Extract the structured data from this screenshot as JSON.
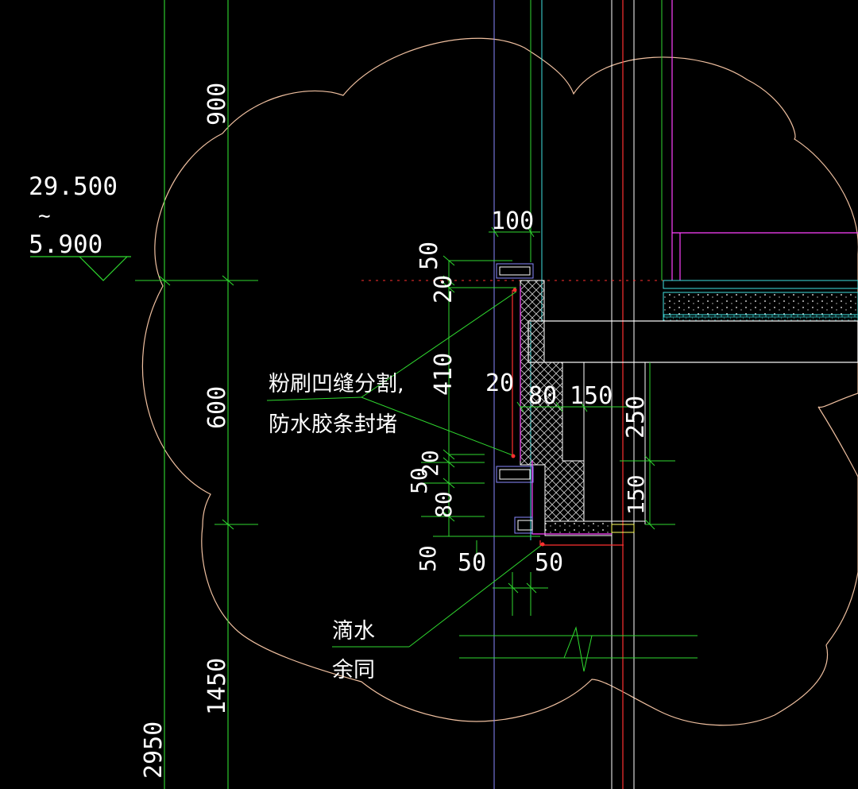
{
  "colors": {
    "background": "#000000",
    "axis_line": "#2fd92f",
    "dimension_line": "#2fd92f",
    "revision_cloud": "#f0c0a0",
    "wall_line": "#ff3030",
    "frame_line": "#ff40ff",
    "slab_line": "#40e0e0",
    "text": "#ffffff"
  },
  "elevation": {
    "top": "29.500",
    "tilde": "~",
    "bottom": "5.900"
  },
  "vertical_dims": {
    "d900": "900",
    "d600": "600",
    "d1450": "1450",
    "d2950": "2950"
  },
  "detail_dims": {
    "d100": "100",
    "d50_top": "50",
    "d20_top": "20",
    "d410": "410",
    "d20_gap": "20",
    "d80_wall": "80",
    "d150_wall": "150",
    "d250": "250",
    "d20_mid": "20",
    "d50_mid": "50",
    "d80_mid": "80",
    "d150_low": "150",
    "d50_bottom_left": "50",
    "d50_bottom_mid": "50",
    "d50_bottom_right": "50"
  },
  "annotations": {
    "groove_line1": "粉刷凹缝分割,",
    "groove_line2": "防水胶条封堵",
    "drip_line1": "滴水",
    "drip_line2": "余同"
  }
}
